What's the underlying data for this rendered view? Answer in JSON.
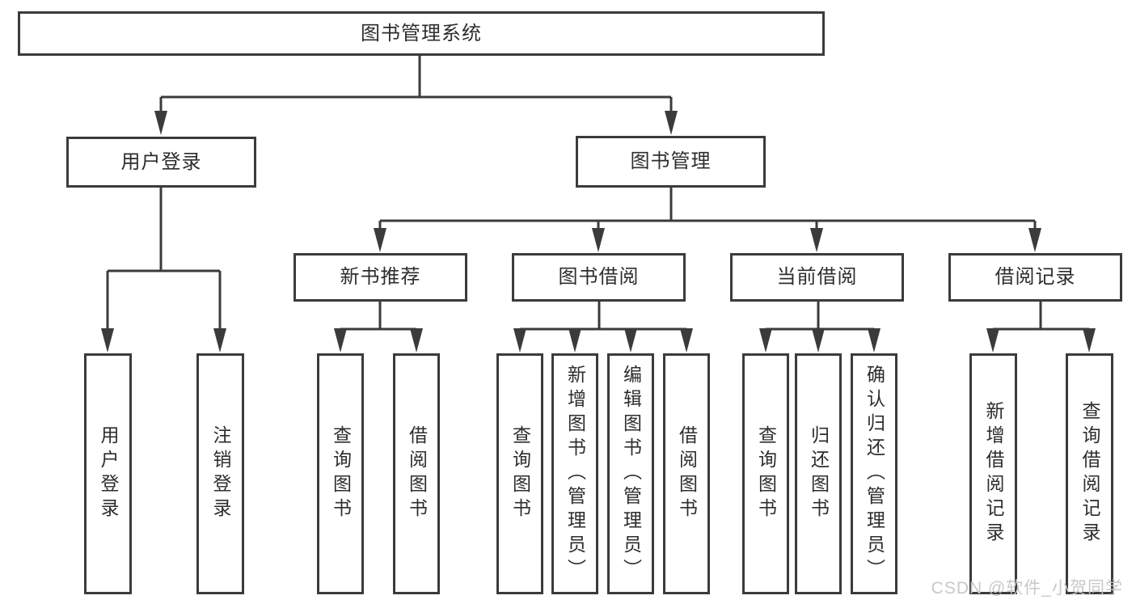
{
  "colors": {
    "line": "#3b3b3b",
    "box_border": "#3b3b3b",
    "text": "#2d2d2d",
    "watermark": "#c6c6c6",
    "background": "#ffffff"
  },
  "watermark": {
    "text": "CSDN @软件_小贺同学"
  },
  "tree": {
    "label": "图书管理系统",
    "children": [
      {
        "label": "用户登录",
        "children": [
          {
            "label": "用户登录"
          },
          {
            "label": "注销登录"
          }
        ]
      },
      {
        "label": "图书管理",
        "children": [
          {
            "label": "新书推荐",
            "children": [
              {
                "label": "查询图书"
              },
              {
                "label": "借阅图书"
              }
            ]
          },
          {
            "label": "图书借阅",
            "children": [
              {
                "label": "查询图书"
              },
              {
                "label": "新增图书（管理员）"
              },
              {
                "label": "编辑图书（管理员）"
              },
              {
                "label": "借阅图书"
              }
            ]
          },
          {
            "label": "当前借阅",
            "children": [
              {
                "label": "查询图书"
              },
              {
                "label": "归还图书"
              },
              {
                "label": "确认归还（管理员）"
              }
            ]
          },
          {
            "label": "借阅记录",
            "children": [
              {
                "label": "新增借阅记录"
              },
              {
                "label": "查询借阅记录"
              }
            ]
          }
        ]
      }
    ]
  }
}
